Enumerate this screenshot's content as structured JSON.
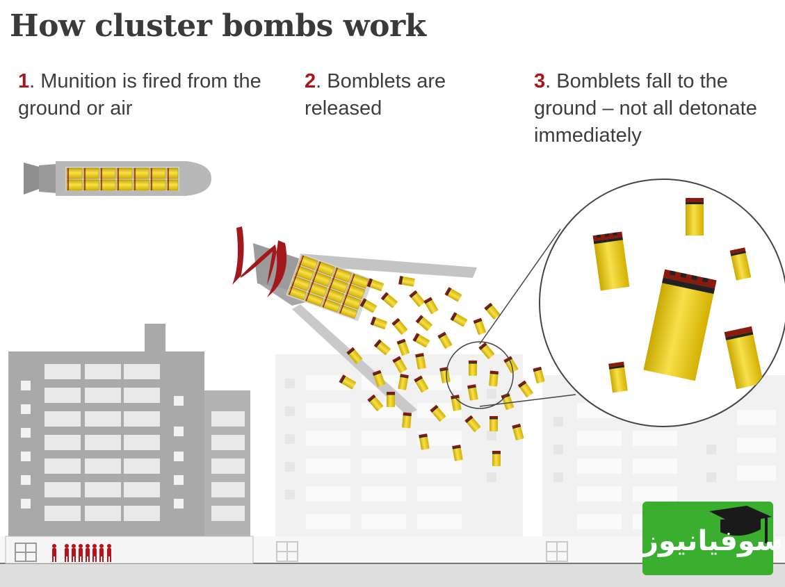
{
  "title": "How cluster bombs work",
  "steps": [
    {
      "number": "1",
      "text": ". Munition is fired from the ground or air"
    },
    {
      "number": "2",
      "text": ". Bomblets are released"
    },
    {
      "number": "3",
      "text": ". Bomblets fall to the ground – not all detonate immediately"
    }
  ],
  "watermark": {
    "text": "سوفیانیوز"
  },
  "colors": {
    "accent_red": "#a8151a",
    "bomblet_gold": "#ecca0e",
    "building_grey": "#a9a9a9",
    "building_faded": "#efefef",
    "logo_green": "#3aae2f"
  }
}
